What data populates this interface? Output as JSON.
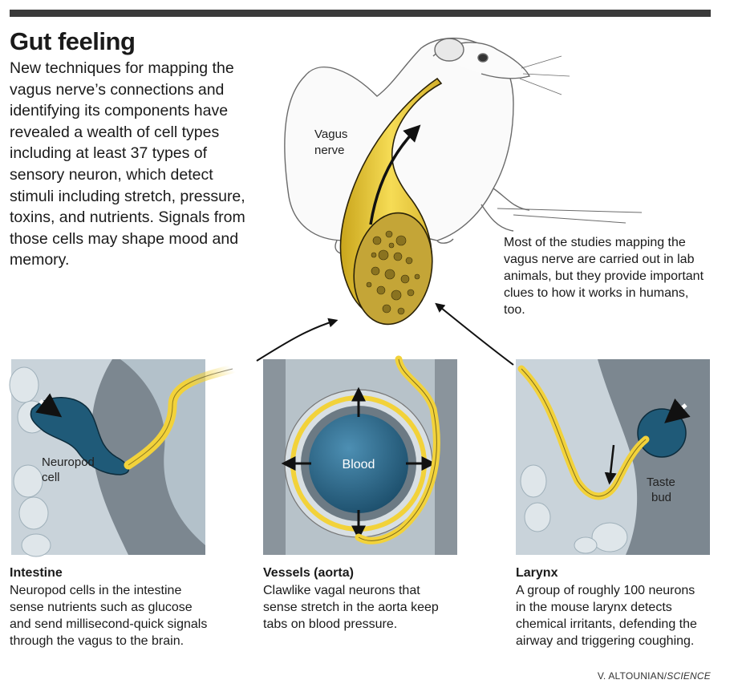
{
  "header": {
    "title": "Gut feeling",
    "intro": "New techniques for mapping the vagus nerve’s connections and identifying its components have revealed a wealth of cell types including at least 37 types of sensory neuron, which detect stimuli including stretch, pressure, toxins, and nutrients. Signals from those cells may shape mood and memory."
  },
  "main": {
    "nerve_label": [
      "Vagus",
      "nerve"
    ],
    "note": "Most of the studies mapping the vagus nerve are carried out in lab animals, but they provide important clues to how it works in humans, too."
  },
  "panels": [
    {
      "label": "Intestine",
      "callout": [
        "Neuropod",
        "cell"
      ],
      "text": "Neuropod cells in the intestine sense nutrients such as glucose and send millisecond-quick signals through the vagus to the brain."
    },
    {
      "label": "Vessels (aorta)",
      "callout": [
        "Blood"
      ],
      "text": "Clawlike vagal neurons that sense stretch in the aorta keep tabs on blood pressure."
    },
    {
      "label": "Larynx",
      "callout": [
        "Taste",
        "bud"
      ],
      "text": "A group of roughly 100 neurons in the mouse larynx detects chemical irritants, defending the airway and triggering coughing."
    }
  ],
  "credit": {
    "artist": "V. ALTOUNIAN/",
    "publication": "SCIENCE"
  },
  "colors": {
    "nerve_yellow": "#f2d23a",
    "nerve_outline": "#2a2208",
    "cell_blue": "#1f5a78",
    "blood_blue": "#2a6b8e",
    "tissue_gray": "#c9d3da",
    "panel_bg": "#6b7680",
    "top_bar": "#3a3a3a"
  }
}
